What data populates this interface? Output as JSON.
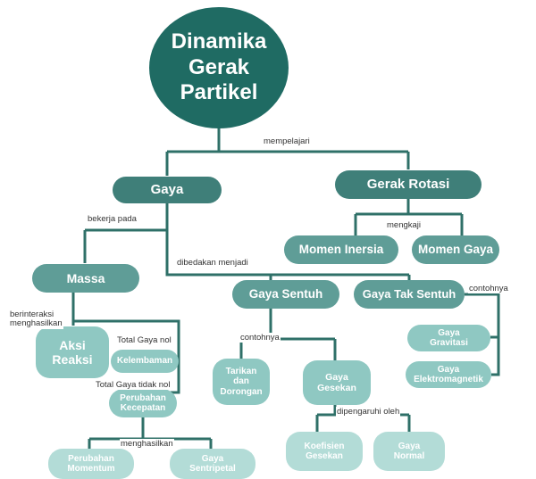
{
  "nodes": {
    "root": "Dinamika\nGerak\nPartikel",
    "gaya": "Gaya",
    "gerak_rotasi": "Gerak Rotasi",
    "momen_inersia": "Momen Inersia",
    "momen_gaya": "Momen Gaya",
    "massa": "Massa",
    "gaya_sentuh": "Gaya Sentuh",
    "gaya_tak_sentuh": "Gaya Tak Sentuh",
    "aksi_reaksi": "Aksi\nReaksi",
    "kelembaman": "Kelembaman",
    "perubahan_kecepatan": "Perubahan\nKecepatan",
    "tarikan_dorongan": "Tarikan\ndan\nDorongan",
    "gaya_gesekan": "Gaya\nGesekan",
    "gaya_gravitasi": "Gaya\nGravitasi",
    "gaya_elektromagnetik": "Gaya\nElektromagnetik",
    "perubahan_momentum": "Perubahan\nMomentum",
    "gaya_sentripetal": "Gaya\nSentripetal",
    "koefisien_gesekan": "Koefisien\nGesekan",
    "gaya_normal": "Gaya\nNormal"
  },
  "labels": {
    "mempelajari": "mempelajari",
    "bekerja_pada": "bekerja pada",
    "mengkaji": "mengkaji",
    "dibedakan_menjadi": "dibedakan menjadi",
    "contohnya_right": "contohnya",
    "berinteraksi": "berinteraksi\nmenghasilkan",
    "total_gaya_nol": "Total Gaya nol",
    "total_gaya_tidak_nol": "Total Gaya tidak nol",
    "contohnya_mid": "contohnya",
    "menghasilkan": "menghasilkan",
    "dipengaruhi_oleh": "dipengaruhi oleh"
  },
  "colors": {
    "root": "#1f6b63",
    "dark_node": "#3f7f79",
    "mid_node": "#5f9d97",
    "light_node": "#8fc8c2",
    "pale_node": "#b3dcd7",
    "connector": "#2f7068"
  }
}
